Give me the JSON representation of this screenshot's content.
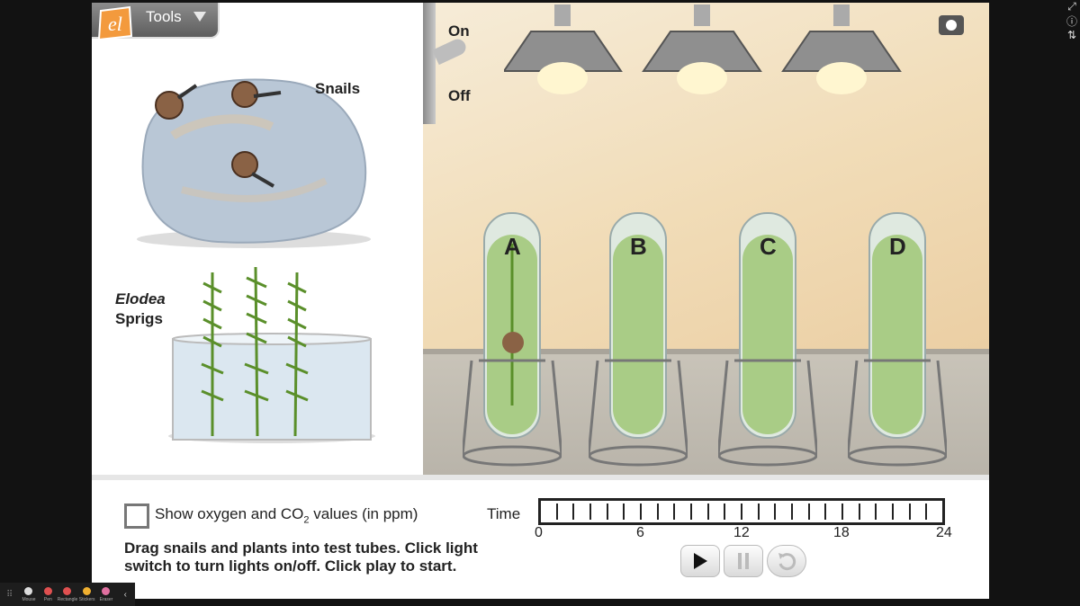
{
  "toolbar": {
    "tools_label": "Tools"
  },
  "left_panel": {
    "snails_label": "Snails",
    "elodea_label_line1": "Elodea",
    "elodea_label_line2": "Sprigs"
  },
  "light_switch": {
    "on_label": "On",
    "off_label": "Off"
  },
  "tubes": [
    {
      "label": "A"
    },
    {
      "label": "B"
    },
    {
      "label": "C"
    },
    {
      "label": "D"
    }
  ],
  "bottom": {
    "show_values_prefix": "Show oxygen and CO",
    "show_values_sub": "2",
    "show_values_suffix": " values (in ppm)",
    "show_values_checked": false,
    "instructions": "Drag snails and plants into test tubes. Click light switch to turn lights on/off. Click play to start.",
    "time_label": "Time",
    "time_ticks": [
      "0",
      "6",
      "12",
      "18",
      "24"
    ]
  },
  "colors": {
    "liquid": "#a9cc86",
    "plant": "#5a8f2a",
    "rock": "#b9c7d6"
  },
  "taskbar": {
    "items": [
      "Mouse",
      "Pen",
      "Rectangle",
      "Stickers",
      "Eraser"
    ]
  }
}
